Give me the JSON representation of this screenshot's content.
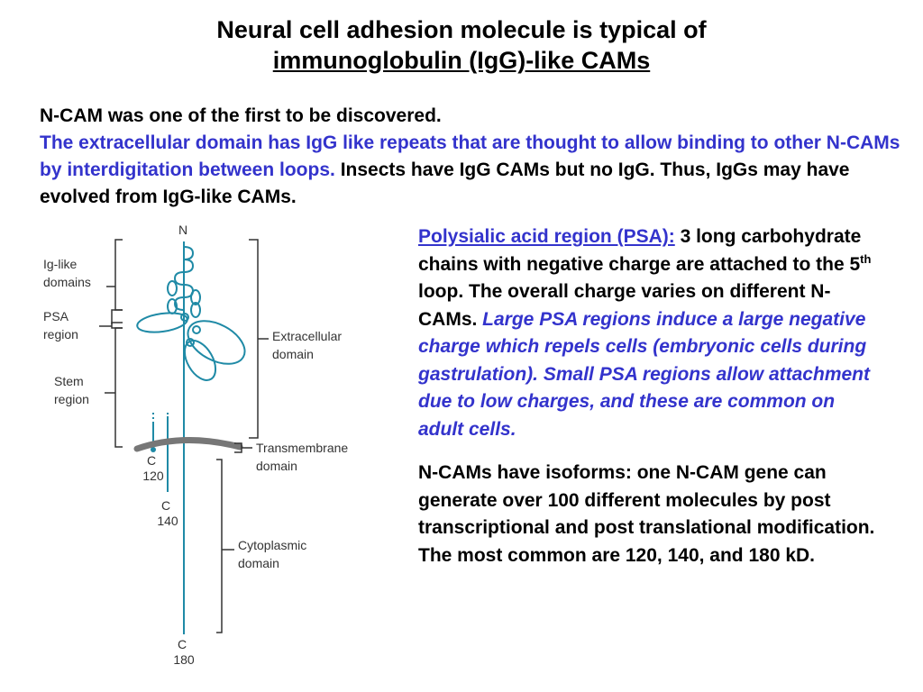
{
  "title": {
    "line1": "Neural cell adhesion molecule is typical of",
    "line2": "immunoglobulin (IgG)-like CAMs"
  },
  "intro": {
    "line1": "N-CAM was one of the first to be discovered.",
    "blue": "The extracellular domain has IgG like repeats that are thought to allow binding to other N-CAMs by interdigitation between loops.",
    "black": " Insects have IgG CAMs but no IgG. Thus, IgGs may have evolved from IgG-like CAMs."
  },
  "psa": {
    "heading": "Polysialic acid region (PSA):",
    "text1": " 3 long carbohydrate chains with negative charge are attached to the 5",
    "sup": "th",
    "text2": " loop. The overall charge varies on different N-CAMs.",
    "italic": " Large PSA regions induce a large negative charge which repels cells (embryonic cells during gastrulation). Small PSA regions allow attachment due to low charges, and these are common on adult cells."
  },
  "isoforms": {
    "text": "N-CAMs have isoforms: one N-CAM gene can generate over 100 different molecules by post transcriptional and post translational modification. The most common are 120, 140, and 180 kD."
  },
  "diagram": {
    "n_label": "N",
    "ig_like_domains": [
      "Ig-like",
      "domains"
    ],
    "psa_region": [
      "PSA",
      "region"
    ],
    "stem_region": [
      "Stem",
      "region"
    ],
    "extracellular_domain": [
      "Extracellular",
      "domain"
    ],
    "transmembrane_domain": [
      "Transmembrane",
      "domain"
    ],
    "cytoplasmic_domain": [
      "Cytoplasmic",
      "domain"
    ],
    "c120": [
      "C",
      "120"
    ],
    "c140": [
      "C",
      "140"
    ],
    "c180": [
      "C",
      "180"
    ],
    "colors": {
      "protein": "#1f8aa6",
      "membrane": "#777777",
      "bracket": "#333333"
    }
  }
}
